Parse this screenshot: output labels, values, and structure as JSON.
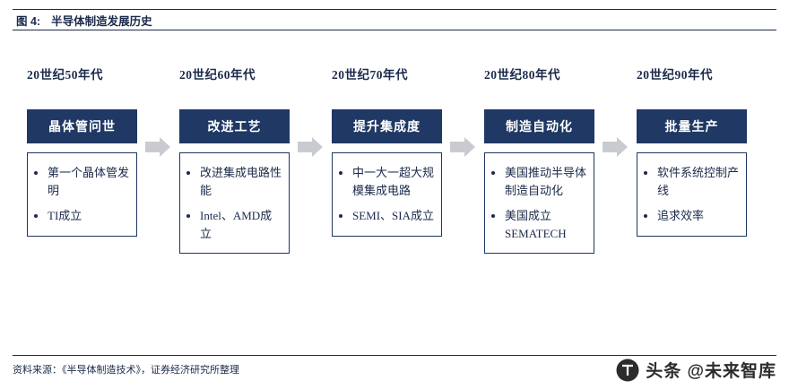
{
  "header": {
    "fig_label": "图 4:",
    "title": "半导体制造发展历史"
  },
  "footer": {
    "source": "资料来源：《半导体制造技术》，证券经济研究所整理"
  },
  "watermark": {
    "text": "头条 @未来智库",
    "logo_icon": "toutiao-logo-icon"
  },
  "diagram": {
    "type": "timeline",
    "arrow_icon": "right-arrow-icon",
    "accent_color": "#1f3864",
    "stages": [
      {
        "era": "20世纪50年代",
        "badge": "晶体管问世",
        "bullets": [
          "第一个晶体管发明",
          "TI成立"
        ]
      },
      {
        "era": "20世纪60年代",
        "badge": "改进工艺",
        "bullets": [
          "改进集成电路性能",
          "Intel、AMD成立"
        ]
      },
      {
        "era": "20世纪70年代",
        "badge": "提升集成度",
        "bullets": [
          "中一大一超大规模集成电路",
          "SEMI、SIA成立"
        ]
      },
      {
        "era": "20世纪80年代",
        "badge": "制造自动化",
        "bullets": [
          "美国推动半导体制造自动化",
          "美国成立SEMATECH"
        ]
      },
      {
        "era": "20世纪90年代",
        "badge": "批量生产",
        "bullets": [
          "软件系统控制产线",
          "追求效率"
        ]
      }
    ]
  }
}
